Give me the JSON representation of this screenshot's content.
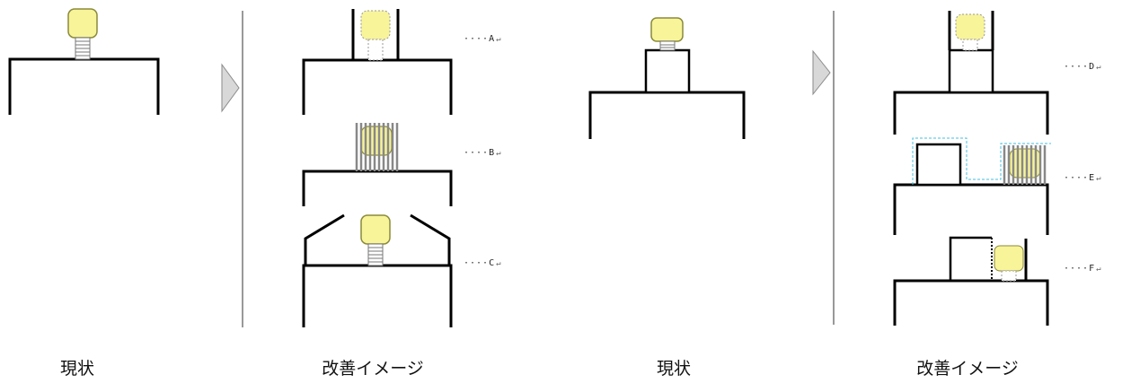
{
  "captions": {
    "left_current": "現状",
    "left_improved": "改善イメージ",
    "right_current": "現状",
    "right_improved": "改善イメージ"
  },
  "labels": {
    "A": "····A",
    "B": "····B",
    "C": "····C",
    "D": "····D",
    "E": "····E",
    "F": "····F"
  },
  "return_mark": "↵",
  "colors": {
    "line": "#000000",
    "knob_fill": "#f8f49a",
    "knob_stroke": "#8a8a3a",
    "arrow_fill": "#d8d8d8",
    "arrow_stroke": "#8a8a8a",
    "guard_gray": "#888888",
    "dashed_blue": "#40c0e0"
  }
}
